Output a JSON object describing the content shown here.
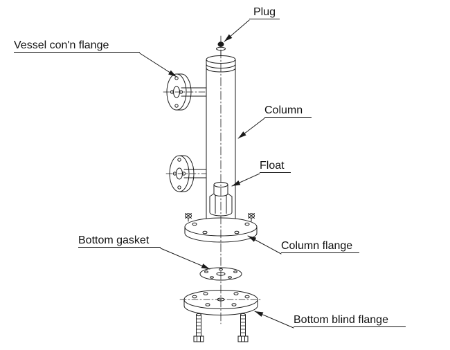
{
  "diagram": {
    "labels": {
      "plug": "Plug",
      "vessel_conn_flange": "Vessel con'n flange",
      "column": "Column",
      "float": "Float",
      "column_flange": "Column flange",
      "bottom_gasket": "Bottom gasket",
      "bottom_blind_flange": "Bottom blind flange"
    },
    "colors": {
      "line": "#1a1a1a",
      "background": "#ffffff"
    }
  }
}
